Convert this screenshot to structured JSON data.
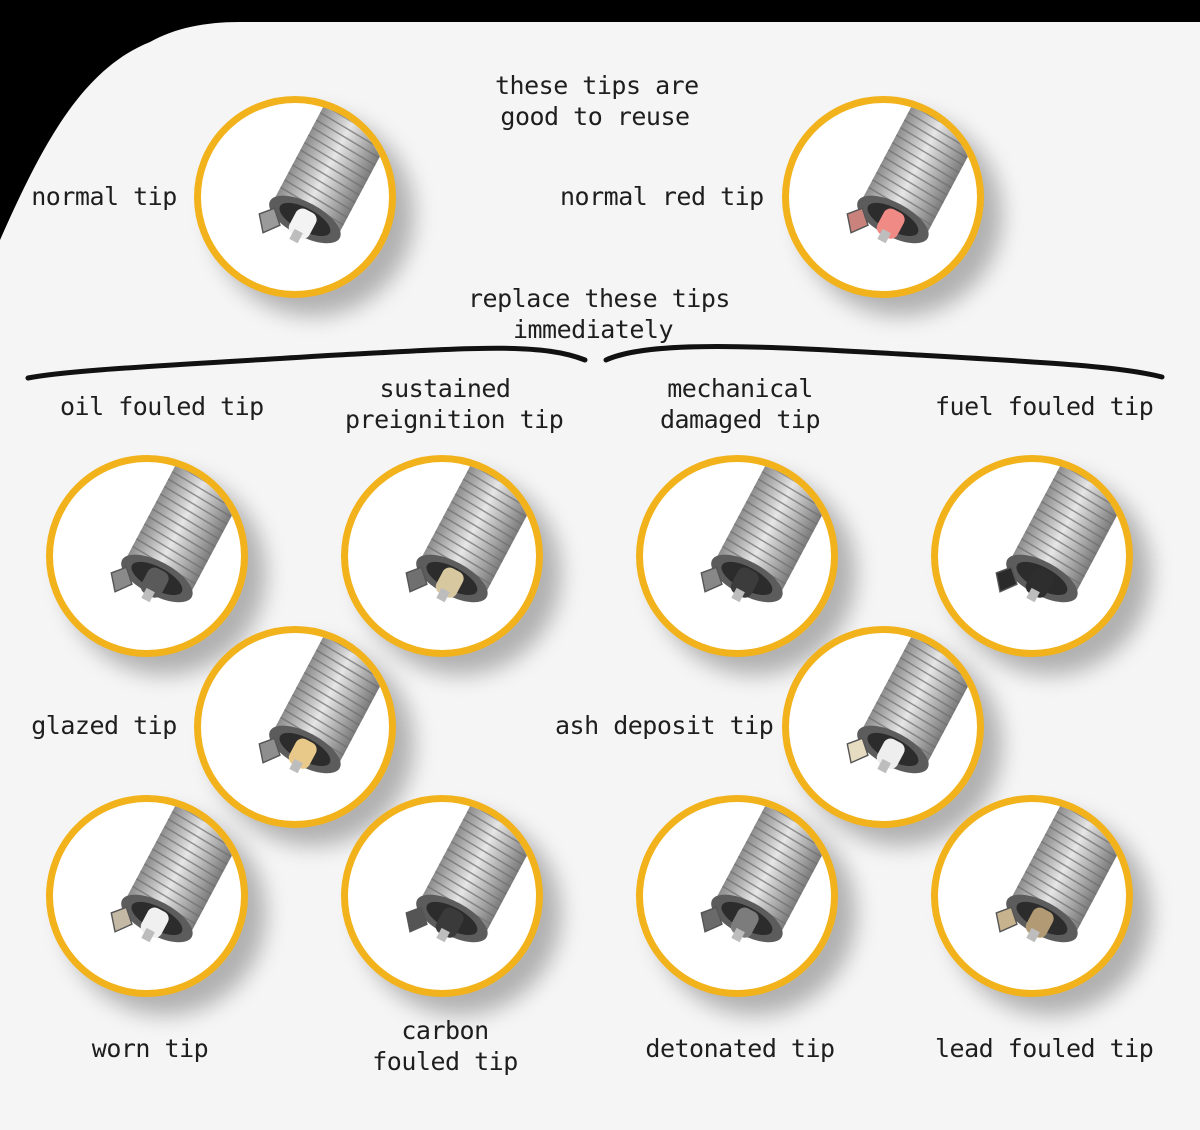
{
  "colors": {
    "ring": "#f2b21b",
    "background": "#f5f5f5",
    "frame": "#000000",
    "text": "#1e1e1e"
  },
  "headings": {
    "reuse": [
      "these tips are",
      "good to reuse"
    ],
    "replace": [
      "replace these tips",
      "immediately"
    ]
  },
  "tips": [
    {
      "id": "normal",
      "label": [
        "normal tip"
      ],
      "insulator": "#f3f3f3",
      "electrode": "#9a9a9a"
    },
    {
      "id": "normal-red",
      "label": [
        "normal red tip"
      ],
      "insulator": "#f08a85",
      "electrode": "#c9837c"
    },
    {
      "id": "oil-fouled",
      "label": [
        "oil fouled tip"
      ],
      "insulator": "#5a5a5a",
      "electrode": "#8a8a8a"
    },
    {
      "id": "sustained-preignition",
      "label": [
        "sustained",
        "preignition tip"
      ],
      "insulator": "#d8c8a0",
      "electrode": "#707070"
    },
    {
      "id": "mechanical-damaged",
      "label": [
        "mechanical",
        "damaged tip"
      ],
      "insulator": "#3c3c3c",
      "electrode": "#888888"
    },
    {
      "id": "fuel-fouled",
      "label": [
        "fuel fouled tip"
      ],
      "insulator": "#2e2e2e",
      "electrode": "#2a2a2a"
    },
    {
      "id": "glazed",
      "label": [
        "glazed tip"
      ],
      "insulator": "#e8c98a",
      "electrode": "#8e8e8e"
    },
    {
      "id": "ash-deposit",
      "label": [
        "ash deposit tip"
      ],
      "insulator": "#eeeeee",
      "electrode": "#e6dcc2"
    },
    {
      "id": "worn",
      "label": [
        "worn tip"
      ],
      "insulator": "#f0f0f0",
      "electrode": "#c4b9a4"
    },
    {
      "id": "carbon-fouled",
      "label": [
        "carbon",
        "fouled tip"
      ],
      "insulator": "#3a3a3a",
      "electrode": "#555555"
    },
    {
      "id": "detonated",
      "label": [
        "detonated tip"
      ],
      "insulator": "#7c7c7c",
      "electrode": "#6a6a6a"
    },
    {
      "id": "lead-fouled",
      "label": [
        "lead fouled tip"
      ],
      "insulator": "#b19a74",
      "electrode": "#c7b48f"
    }
  ]
}
